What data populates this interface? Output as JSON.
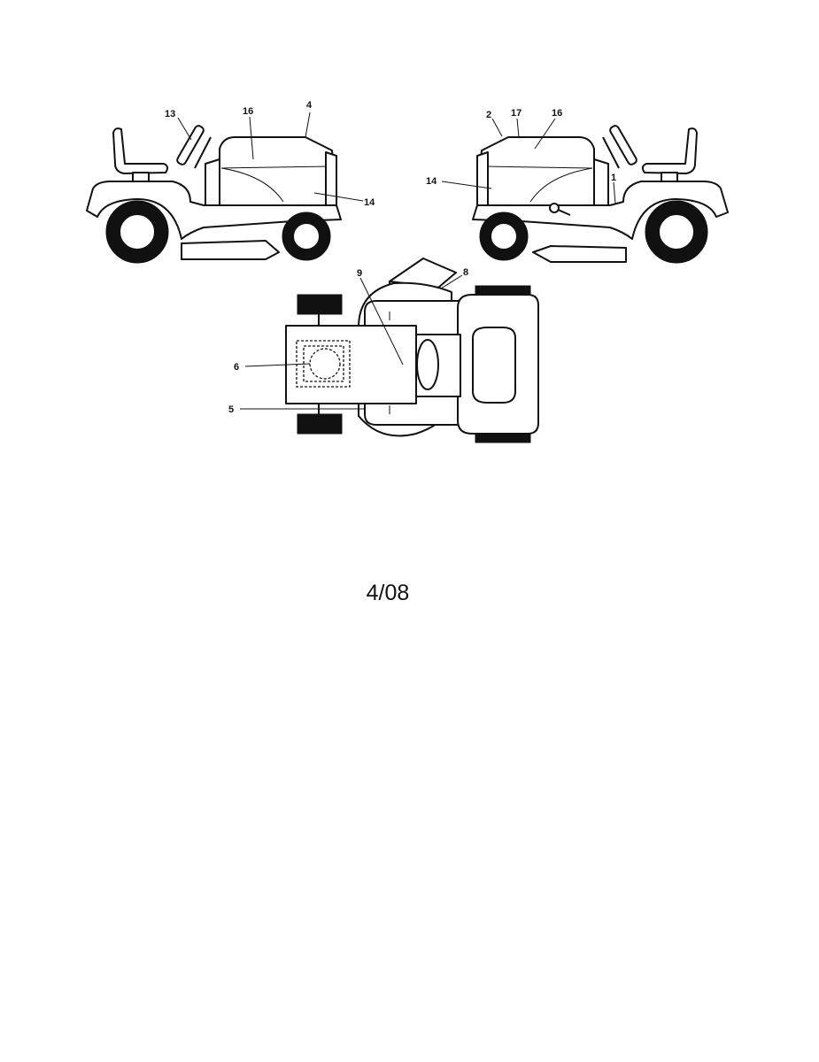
{
  "callouts": {
    "left_13": "13",
    "left_16": "16",
    "left_4": "4",
    "left_14": "14",
    "right_2": "2",
    "right_17": "17",
    "right_16": "16",
    "right_14": "14",
    "right_1": "1",
    "top_9": "9",
    "top_8": "8",
    "top_6": "6",
    "top_5": "5"
  },
  "footer": {
    "date": "4/08"
  }
}
